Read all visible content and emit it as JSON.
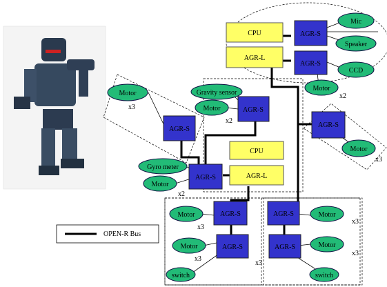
{
  "labels": {
    "cpu": "CPU",
    "agr_l": "AGR-L",
    "agr_s": "AGR-S",
    "mic": "Mic",
    "speaker": "Speaker",
    "ccd": "CCD",
    "motor": "Motor",
    "gravity_sensor": "Gravity sensor",
    "gyro_meter": "Gyro meter",
    "switch": "switch",
    "x2": "x2",
    "x3": "x3",
    "legend": "OPEN-R Bus"
  },
  "colors": {
    "cpu_box": "#ffff66",
    "agr_s_box": "#3333cc",
    "oval": "#22bb77"
  },
  "icons": {
    "robot": "humanoid-robot-photo"
  }
}
